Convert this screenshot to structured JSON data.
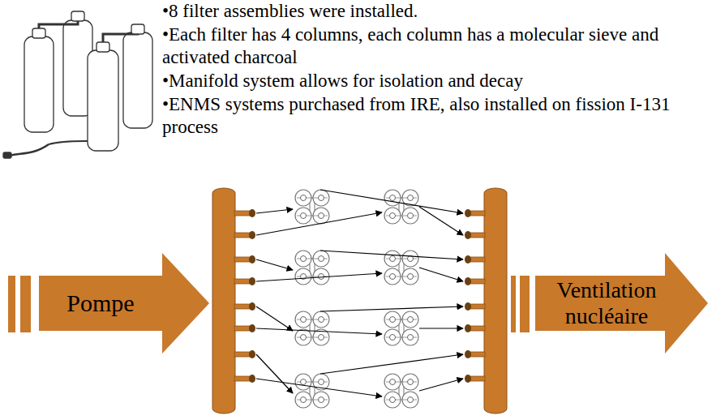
{
  "diagram": {
    "nodes": [
      {
        "text": [
          "Pompe"
        ]
      },
      {
        "text": [
          "Ventilation nucléaire"
        ]
      }
    ],
    "labels": [
      "•8 filter assemblies were installed.",
      "•Each filter has 4 columns, each column has a molecular sieve and activated charcoal",
      "•Manifold system allows for isolation and decay",
      "•ENMS systems purchased from IRE, also installed on fission I-131 process"
    ]
  }
}
